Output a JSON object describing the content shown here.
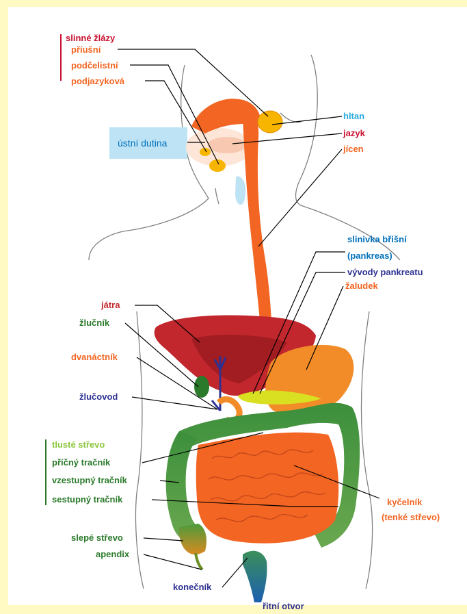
{
  "labels": {
    "salivary_glands": "slinné žlázy",
    "parotid": "příušní",
    "submandibular": "podčelistní",
    "sublingual": "podjazyková",
    "oral_cavity": "ústní dutina",
    "pharynx": "hltan",
    "tongue": "jazyk",
    "esophagus": "jícen",
    "pancreas": "slinivka břišní",
    "pancreas_alt": "(pankreas)",
    "pancreatic_ducts": "vývody pankreatu",
    "stomach": "žaludek",
    "liver": "játra",
    "gallbladder": "žlučník",
    "duodenum": "dvanáctník",
    "bile_duct": "žlučovod",
    "large_intestine": "tlusté střevo",
    "transverse_colon": "příčný tračník",
    "ascending_colon": "vzestupný tračník",
    "descending_colon": "sestupný tračník",
    "ileum": "kyčelník",
    "small_intestine": "(tenké střevo)",
    "cecum": "slepé střevo",
    "appendix": "apendix",
    "rectum": "konečník",
    "anus": "řitní otvor"
  },
  "colors": {
    "salivary": "#c8102e",
    "orange": "#f26522",
    "pharynx": "#29abe2",
    "pancreas": "#0071bc",
    "liver": "#c1272d",
    "green": "#2b7a2b",
    "duct_blue": "#2e3192",
    "rectum": "#2e3192"
  }
}
